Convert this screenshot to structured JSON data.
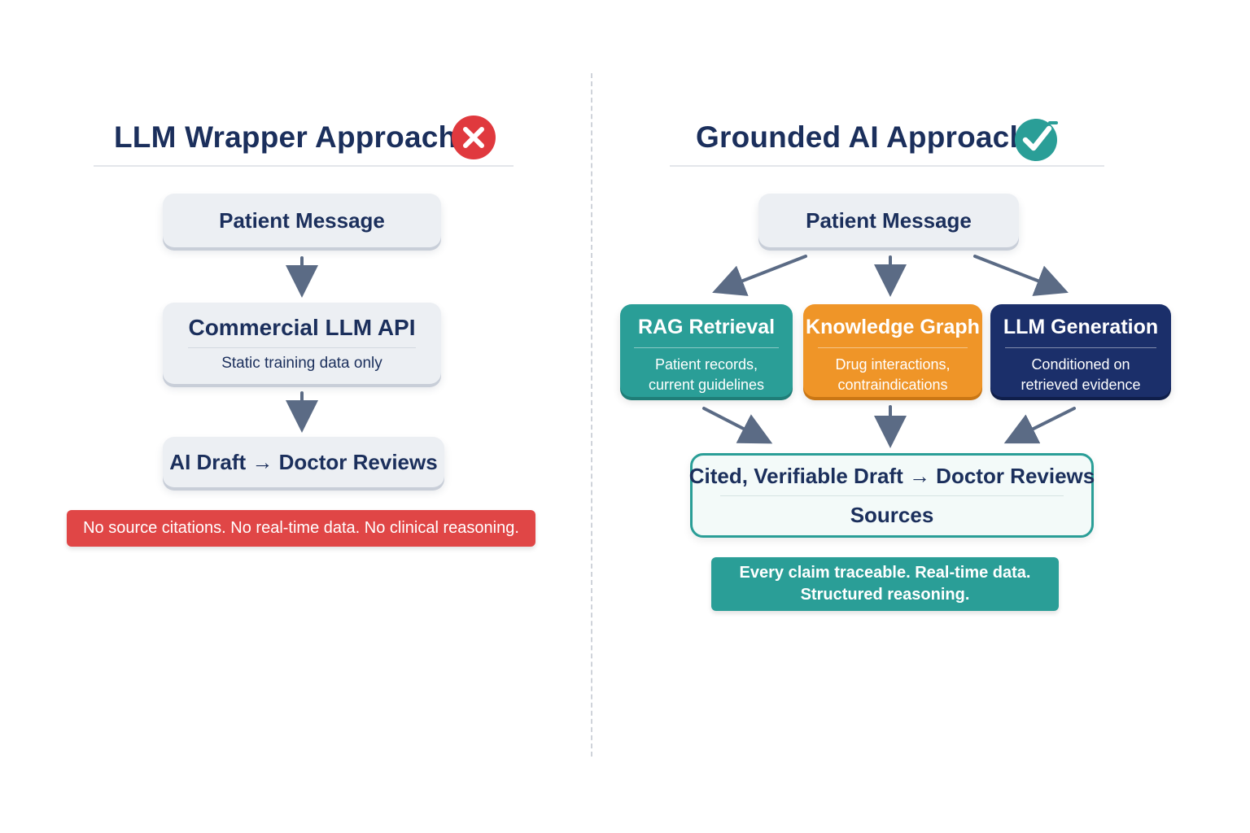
{
  "left": {
    "title": "LLM Wrapper Approach",
    "status_icon": "x-circle-icon",
    "status_color": "#e0393e",
    "step1": {
      "title": "Patient Message"
    },
    "step2": {
      "title": "Commercial LLM API",
      "subtitle": "Static training data only"
    },
    "step3": {
      "title": "AI Draft → Doctor Reviews"
    },
    "banner": {
      "text": "No source citations. No real-time data. No clinical reasoning.",
      "color": "#e04646"
    }
  },
  "right": {
    "title": "Grounded AI Approach",
    "status_icon": "check-circle-icon",
    "status_color": "#2a9e97",
    "input": {
      "title": "Patient Message"
    },
    "components": [
      {
        "title": "RAG Retrieval",
        "line1": "Patient records,",
        "line2": "current guidelines",
        "color": "#2a9e97"
      },
      {
        "title": "Knowledge Graph",
        "line1": "Drug interactions,",
        "line2": "contraindications",
        "color": "#ef9528"
      },
      {
        "title": "LLM Generation",
        "line1": "Conditioned on",
        "line2": "retrieved evidence",
        "color": "#1b2f6a"
      }
    ],
    "output": {
      "line1": "Cited, Verifiable Draft → Doctor Reviews",
      "line2": "Sources"
    },
    "banner": {
      "line1": "Every claim traceable. Real-time data.",
      "line2": "Structured reasoning.",
      "color": "#2a9e97"
    }
  },
  "arrow_color": "#5b6b85"
}
